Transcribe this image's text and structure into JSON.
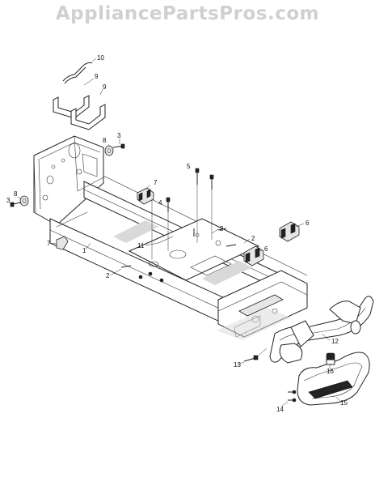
{
  "watermark": "AppliancePartsPros.com",
  "callouts": [
    {
      "id": "c10",
      "label": "10"
    },
    {
      "id": "c9a",
      "label": "9"
    },
    {
      "id": "c9b",
      "label": "9"
    },
    {
      "id": "c3a",
      "label": "3"
    },
    {
      "id": "c8a",
      "label": "8"
    },
    {
      "id": "c3b",
      "label": "3"
    },
    {
      "id": "c8b",
      "label": "8"
    },
    {
      "id": "c5",
      "label": "5"
    },
    {
      "id": "c7a",
      "label": "7"
    },
    {
      "id": "c4",
      "label": "4"
    },
    {
      "id": "c2a",
      "label": "2"
    },
    {
      "id": "c6a",
      "label": "6"
    },
    {
      "id": "c2b",
      "label": "2"
    },
    {
      "id": "c6b",
      "label": "6"
    },
    {
      "id": "c7b",
      "label": "7"
    },
    {
      "id": "c1",
      "label": "1"
    },
    {
      "id": "c11",
      "label": "11"
    },
    {
      "id": "c2c",
      "label": "2"
    },
    {
      "id": "c12",
      "label": "12"
    },
    {
      "id": "c13",
      "label": "13"
    },
    {
      "id": "c16",
      "label": "16"
    },
    {
      "id": "c15",
      "label": "15"
    },
    {
      "id": "c14",
      "label": "14"
    }
  ]
}
